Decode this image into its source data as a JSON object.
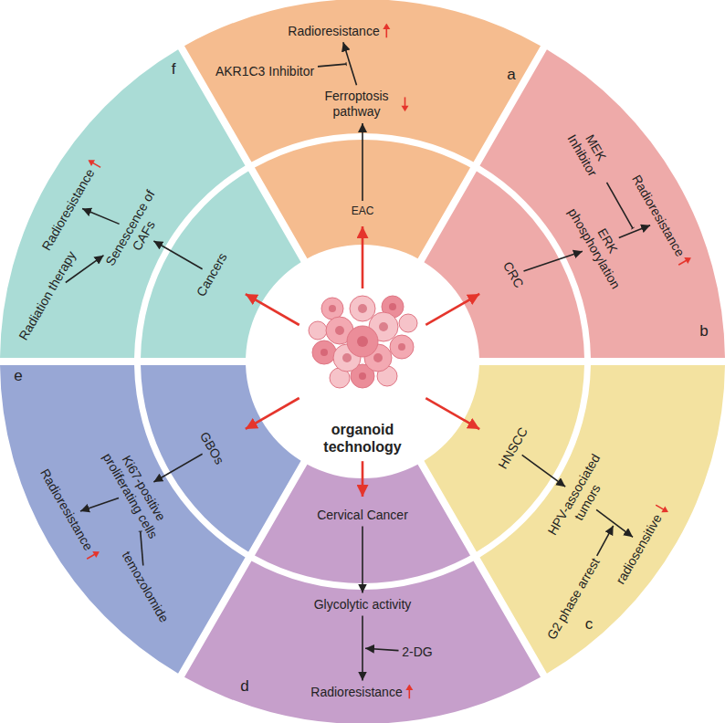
{
  "diagram": {
    "nodes": [
      {
        "text": [
          "organoid technology"
        ]
      },
      {
        "text": [
          "a"
        ]
      },
      {
        "text": [
          "EAC"
        ]
      },
      {
        "text": [
          "Ferroptosis pathway"
        ],
        "in": 1
      },
      {
        "text": [
          "Radioresistance"
        ],
        "in": 1
      },
      {
        "text": [
          "AKR1C3 Inhibitor"
        ],
        "in": 1
      },
      {
        "text": [
          "b"
        ]
      },
      {
        "text": [
          "CRC"
        ]
      },
      {
        "text": [
          "ERK phosphorylation"
        ],
        "in": 6
      },
      {
        "text": [
          "Radioresistance"
        ],
        "in": 6
      },
      {
        "text": [
          "MEK Inhibitor"
        ],
        "in": 6
      },
      {
        "text": [
          "c"
        ]
      },
      {
        "text": [
          "HNSCC"
        ]
      },
      {
        "text": [
          "HPV-associated tumors"
        ],
        "in": 11
      },
      {
        "text": [
          "radiosensitive"
        ],
        "in": 11
      },
      {
        "text": [
          "G2 phase arrest"
        ],
        "in": 11
      },
      {
        "text": [
          "d"
        ]
      },
      {
        "text": [
          "Cervical Cancer"
        ]
      },
      {
        "text": [
          "Glycolytic activity"
        ],
        "in": 16
      },
      {
        "text": [
          "Radioresistance"
        ],
        "in": 16
      },
      {
        "text": [
          "2-DG"
        ],
        "in": 16
      },
      {
        "text": [
          "e"
        ]
      },
      {
        "text": [
          "GBOs"
        ]
      },
      {
        "text": [
          "Ki67-positive proliferating cells"
        ],
        "in": 21
      },
      {
        "text": [
          "Radioresistance"
        ],
        "in": 21
      },
      {
        "text": [
          "temozolomide"
        ],
        "in": 21
      },
      {
        "text": [
          "f"
        ]
      },
      {
        "text": [
          "Cancers"
        ]
      },
      {
        "text": [
          "Senescence of CAFs"
        ],
        "in": 26
      },
      {
        "text": [
          "Radioresistance"
        ],
        "in": 26
      },
      {
        "text": [
          "Radiation therapy"
        ],
        "in": 26
      }
    ],
    "edges": [
      {
        "from": 0,
        "to": 2,
        "arrow": "to"
      },
      {
        "from": 0,
        "to": 7,
        "arrow": "to"
      },
      {
        "from": 0,
        "to": 12,
        "arrow": "to"
      },
      {
        "from": 0,
        "to": 17,
        "arrow": "to"
      },
      {
        "from": 0,
        "to": 22,
        "arrow": "to"
      },
      {
        "from": 0,
        "to": 27,
        "arrow": "to"
      },
      {
        "from": 2,
        "to": 3,
        "arrow": "to"
      },
      {
        "from": 3,
        "to": 4,
        "arrow": "to"
      },
      {
        "from": 7,
        "to": 8,
        "arrow": "to"
      },
      {
        "from": 8,
        "to": 9,
        "arrow": "to"
      },
      {
        "from": 12,
        "to": 13,
        "arrow": "to"
      },
      {
        "from": 13,
        "to": 14,
        "arrow": "to"
      },
      {
        "from": 17,
        "to": 18,
        "arrow": "to"
      },
      {
        "from": 18,
        "to": 19,
        "arrow": "to"
      },
      {
        "from": 22,
        "to": 23,
        "arrow": "to"
      },
      {
        "from": 23,
        "to": 24,
        "arrow": "to"
      },
      {
        "from": 25,
        "to": 23,
        "arrow": "to"
      },
      {
        "from": 27,
        "to": 28,
        "arrow": "to"
      },
      {
        "from": 30,
        "to": 28,
        "arrow": "to"
      },
      {
        "from": 28,
        "to": 29,
        "arrow": "to"
      }
    ]
  }
}
